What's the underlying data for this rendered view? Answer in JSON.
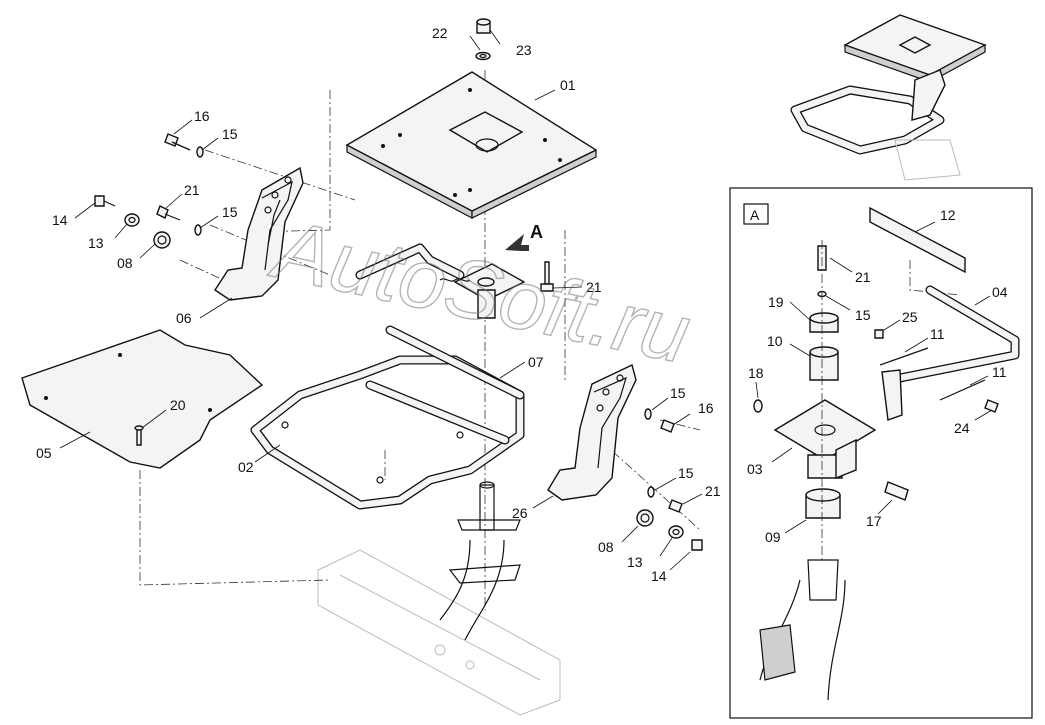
{
  "watermark": "AutoSoft.ru",
  "view_label": "A",
  "detail_label": "A",
  "callouts": [
    {
      "id": "c22",
      "text": "22"
    },
    {
      "id": "c23",
      "text": "23"
    },
    {
      "id": "c01",
      "text": "01"
    },
    {
      "id": "c16a",
      "text": "16"
    },
    {
      "id": "c15a",
      "text": "15"
    },
    {
      "id": "c21a",
      "text": "21"
    },
    {
      "id": "c15b",
      "text": "15"
    },
    {
      "id": "c14a",
      "text": "14"
    },
    {
      "id": "c13a",
      "text": "13"
    },
    {
      "id": "c08a",
      "text": "08"
    },
    {
      "id": "c06",
      "text": "06"
    },
    {
      "id": "c21b",
      "text": "21"
    },
    {
      "id": "c07",
      "text": "07"
    },
    {
      "id": "c05",
      "text": "05"
    },
    {
      "id": "c20",
      "text": "20"
    },
    {
      "id": "c02",
      "text": "02"
    },
    {
      "id": "c15c",
      "text": "15"
    },
    {
      "id": "c16b",
      "text": "16"
    },
    {
      "id": "c15d",
      "text": "15"
    },
    {
      "id": "c21c",
      "text": "21"
    },
    {
      "id": "c26",
      "text": "26"
    },
    {
      "id": "c08b",
      "text": "08"
    },
    {
      "id": "c13b",
      "text": "13"
    },
    {
      "id": "c14b",
      "text": "14"
    },
    {
      "id": "c12",
      "text": "12"
    },
    {
      "id": "c21d",
      "text": "21"
    },
    {
      "id": "c04",
      "text": "04"
    },
    {
      "id": "c19",
      "text": "19"
    },
    {
      "id": "c15e",
      "text": "15"
    },
    {
      "id": "c25",
      "text": "25"
    },
    {
      "id": "c10",
      "text": "10"
    },
    {
      "id": "c11a",
      "text": "11"
    },
    {
      "id": "c18",
      "text": "18"
    },
    {
      "id": "c11b",
      "text": "11"
    },
    {
      "id": "c24",
      "text": "24"
    },
    {
      "id": "c03",
      "text": "03"
    },
    {
      "id": "c17",
      "text": "17"
    },
    {
      "id": "c09",
      "text": "09"
    }
  ]
}
